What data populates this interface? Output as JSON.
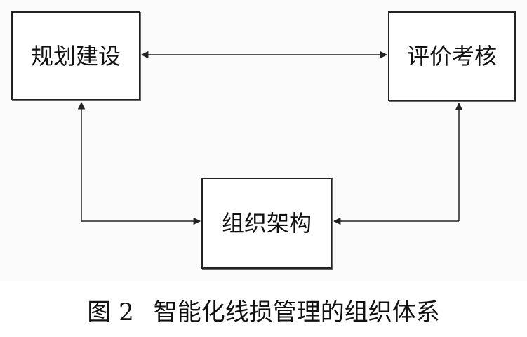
{
  "diagram": {
    "nodes": {
      "planning": "规划建设",
      "evaluation": "评价考核",
      "organization": "组织架构"
    },
    "connections": [
      {
        "from": "planning",
        "to": "evaluation",
        "direction": "both"
      },
      {
        "from": "organization",
        "to": "planning",
        "direction": "forward"
      },
      {
        "from": "planning",
        "to": "organization",
        "direction": "forward"
      },
      {
        "from": "organization",
        "to": "evaluation",
        "direction": "both"
      }
    ],
    "caption": {
      "number": "图 2",
      "text": "智能化线损管理的组织体系"
    }
  },
  "colors": {
    "line": "#222222",
    "background": "#fbfbfb",
    "box": "#ffffff"
  }
}
